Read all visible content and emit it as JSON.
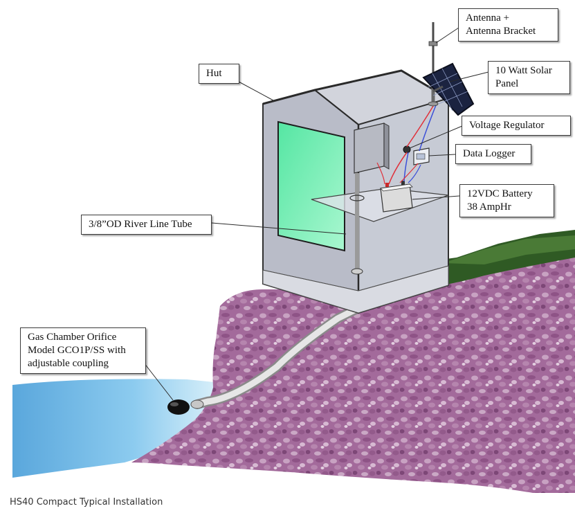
{
  "labels": {
    "antenna_line1": "Antenna +",
    "antenna_line2": "Antenna Bracket",
    "hut": "Hut",
    "solar_line1": "10 Watt Solar",
    "solar_line2": "Panel",
    "voltage_regulator": "Voltage Regulator",
    "data_logger": "Data Logger",
    "battery_line1": "12VDC Battery",
    "battery_line2": "38 AmpHr",
    "river_line_tube": "3/8”OD River Line Tube",
    "orifice_line1": "Gas Chamber Orifice",
    "orifice_line2": "Model GCO1P/SS with",
    "orifice_line3": "adjustable coupling"
  },
  "caption": "HS40 Compact Typical Installation",
  "colors": {
    "ground": "#a86b9f",
    "grass": "#2f5a24",
    "water": "#6fb8e6",
    "hut_wall": "#c9ccd6",
    "door": "#6ef0b4",
    "wire_red": "#e0303a",
    "wire_blue": "#3b4fd8"
  }
}
